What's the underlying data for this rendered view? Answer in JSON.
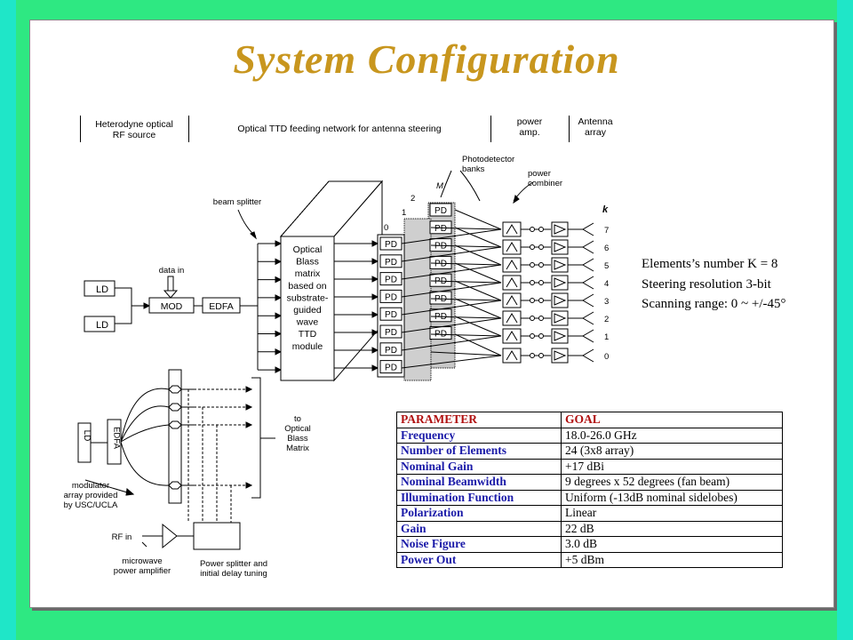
{
  "title": "System Configuration",
  "header_sections": [
    {
      "label": "Heterodyne optical\nRF source"
    },
    {
      "label": "Optical TTD feeding network for antenna steering"
    },
    {
      "label": "power\namp."
    },
    {
      "label": "Antenna\narray"
    }
  ],
  "diagram": {
    "photodetector_banks": "Photodetector\nbanks",
    "power_combiner": "power\ncombiner",
    "beam_splitter": "beam splitter",
    "data_in": "data in",
    "ld": "LD",
    "mod": "MOD",
    "edfa": "EDFA",
    "matrix_box": "Optical\nBlass\nmatrix\nbased on\nsubstrate-\nguided\nwave\nTTD\nmodule",
    "pd": "PD",
    "bank_index_m": "M",
    "bank_index_2": "2",
    "bank_index_1": "1",
    "bank_index_0": "0",
    "k_label": "k",
    "k_values": [
      "7",
      "6",
      "5",
      "4",
      "3",
      "2",
      "1",
      "0"
    ],
    "to_matrix": "to\nOptical\nBlass\nMatrix",
    "modulator_array": "modulator\narray provided\nby USC/UCLA",
    "rf_in": "RF in",
    "microwave_amp": "microwave\npower amplifier",
    "power_splitter": "Power splitter and\ninitial delay tuning"
  },
  "notes": [
    "Elements’s number K = 8",
    "Steering resolution 3-bit",
    "Scanning range: 0 ~ +/-45°"
  ],
  "table": {
    "header": {
      "parameter": "PARAMETER",
      "goal": "GOAL"
    },
    "rows": [
      {
        "parameter": "Frequency",
        "goal": "18.0-26.0 GHz"
      },
      {
        "parameter": "Number of Elements",
        "goal": "24 (3x8 array)"
      },
      {
        "parameter": "Nominal Gain",
        "goal": "+17 dBi"
      },
      {
        "parameter": "Nominal Beamwidth",
        "goal": "9 degrees x 52 degrees (fan beam)"
      },
      {
        "parameter": "Illumination Function",
        "goal": "Uniform (-13dB nominal sidelobes)"
      },
      {
        "parameter": "Polarization",
        "goal": "Linear"
      },
      {
        "parameter": "Gain",
        "goal": "22 dB"
      },
      {
        "parameter": "Noise Figure",
        "goal": "3.0 dB"
      },
      {
        "parameter": "Power Out",
        "goal": "+5 dBm"
      }
    ]
  }
}
